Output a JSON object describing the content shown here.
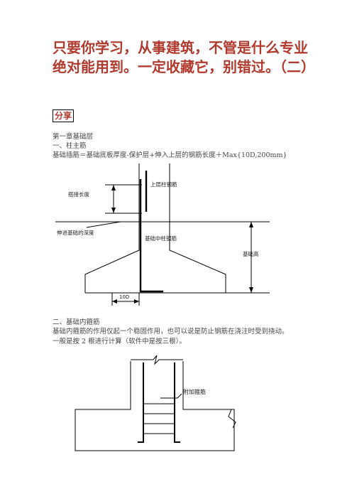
{
  "title": "只要你学习，从事建筑，不管是什么专业绝对能用到。一定收藏它，别错过。（二）",
  "tag": "分享",
  "chapter": "第一章基础层",
  "section1": {
    "heading": "一、柱主筋",
    "formula": "基础插筋＝基础底板厚度-保护层+伸入上层的钢筋长度＋Max{10D,200mm}",
    "labels": {
      "lap_length": "搭接长度",
      "upper_rebar": "上层柱钢筋",
      "anchor_depth": "伸进基础的深度",
      "found_rebar": "基础中柱钢筋",
      "found_height": "基础高",
      "ten_d": "10D"
    }
  },
  "section2": {
    "heading": "二、基础内箍筋",
    "para1": "基础内箍筋的作用仅起一个稳固作用，也可以说是防止钢筋在浇注时受到挠动。",
    "para2": "一般是按 2 根进行计算（软件中是按三根）。",
    "labels": {
      "extra_stirrup": "附加箍筋"
    }
  }
}
